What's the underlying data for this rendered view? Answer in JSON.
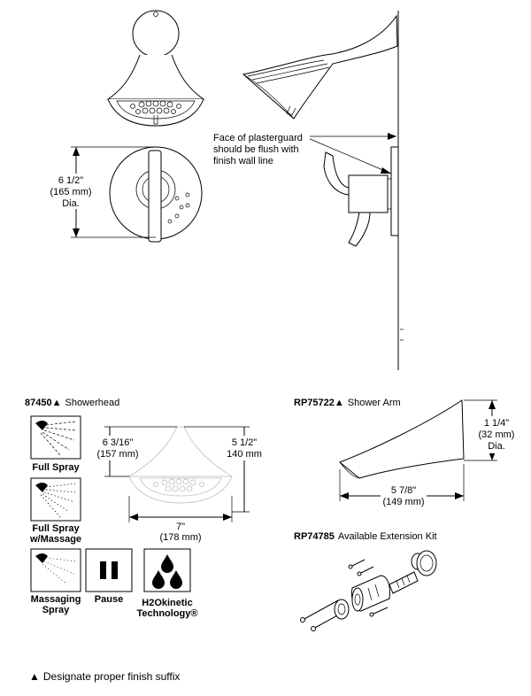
{
  "diagram": {
    "wall_callout": [
      "Face of plasterguard",
      "should be flush with",
      "finish wall line"
    ],
    "trim_dim": [
      "6 1/2\"",
      "(165 mm)",
      "Dia."
    ],
    "showerhead": {
      "model": "87450",
      "name": "Showerhead",
      "dim_height": [
        "6 3/16\"",
        "(157 mm)"
      ],
      "dim_depth": [
        "5 1/2\"",
        "140 mm"
      ],
      "dim_width": [
        "7\"",
        "(178 mm)"
      ]
    },
    "shower_arm": {
      "model": "RP75722",
      "name": "Shower Arm",
      "dim_dia": [
        "1 1/4\"",
        "(32 mm)",
        "Dia."
      ],
      "dim_length": [
        "5 7/8\"",
        "(149 mm)"
      ]
    },
    "extension_kit": {
      "model": "RP74785",
      "name": "Available Extension Kit"
    },
    "spray_modes": {
      "full_spray": [
        "Full Spray"
      ],
      "full_spray_massage": [
        "Full Spray",
        "w/Massage"
      ],
      "massaging": [
        "Massaging",
        "Spray"
      ],
      "pause": [
        "Pause"
      ],
      "h2o": [
        "H2Okinetic",
        "Technology®"
      ]
    },
    "footnote": "Designate proper finish suffix",
    "marker_symbol": "▲"
  }
}
